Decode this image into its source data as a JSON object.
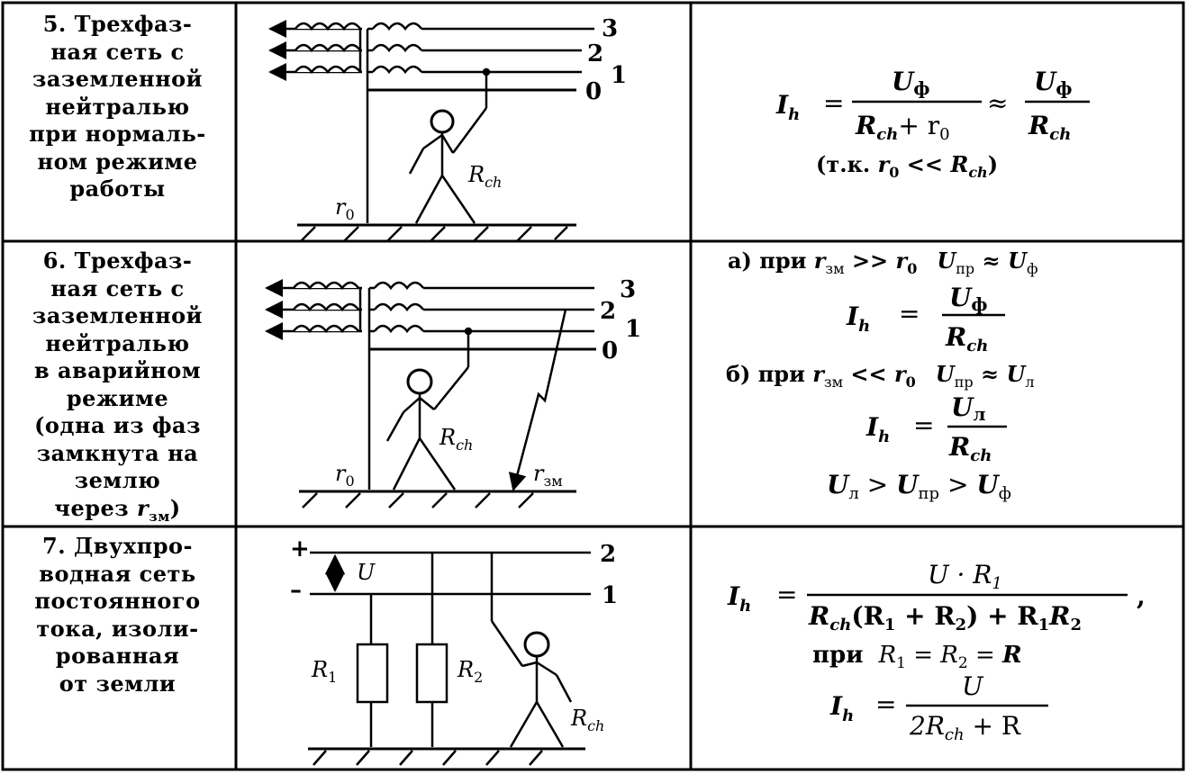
{
  "rows": [
    {
      "desc": [
        "5. Трехфаз-",
        "ная сеть с",
        "заземленной",
        "нейтралью",
        "при нормаль-",
        "ном режиме",
        "работы"
      ],
      "wire_labels": {
        "w3": "3",
        "w2": "2",
        "w1": "1",
        "w0": "0"
      },
      "r0": "r",
      "r0_sub": "0",
      "rch": "R",
      "rch_sub": "ch",
      "formula": {
        "lhs": "I",
        "lhs_sub": "h",
        "eq": "=",
        "num1": "U",
        "num1_sub": "ф",
        "den1a": "R",
        "den1a_sub": "ch",
        "den1b": "+ r",
        "den1b_sub": "0",
        "approx": "≈",
        "num2": "U",
        "num2_sub": "ф",
        "den2": "R",
        "den2_sub": "ch",
        "note_a": "(т.к. ",
        "note_r": "r",
        "note_r_sub": "0",
        "note_op": " << ",
        "note_R": "R",
        "note_R_sub": "ch",
        "note_end": ")"
      }
    },
    {
      "desc": [
        "6. Трехфаз-",
        "ная сеть с",
        "заземленной",
        "нейтралью",
        "в аварийном",
        "режиме",
        "(одна из фаз",
        "замкнута на",
        "землю",
        "через "
      ],
      "desc_last_r": "r",
      "desc_last_sub": "зм",
      "desc_last_end": ")",
      "wire_labels": {
        "w3": "3",
        "w2": "2",
        "w1": "1",
        "w0": "0"
      },
      "r0": "r",
      "r0_sub": "0",
      "rzm": "r",
      "rzm_sub": "зм",
      "rch": "R",
      "rch_sub": "ch",
      "formula": {
        "a_label": "а) при ",
        "a_r": "r",
        "a_r_sub": "зм",
        "a_op": " >> ",
        "a_r0": "r",
        "a_r0_sub": "0",
        "a_u": "U",
        "a_u_sub": "пр",
        "a_approx": " ≈ ",
        "a_uf": "U",
        "a_uf_sub": "ф",
        "ih1": "I",
        "ih1_sub": "h",
        "eq1": "=",
        "num1": "U",
        "num1_sub": "ф",
        "den1": "R",
        "den1_sub": "ch",
        "b_label": "б) при ",
        "b_r": "r",
        "b_r_sub": "зм",
        "b_op": " << ",
        "b_r0": "r",
        "b_r0_sub": "0",
        "b_u": "U",
        "b_u_sub": "пр",
        "b_approx": " ≈ ",
        "b_ul": "U",
        "b_ul_sub": "л",
        "ih2": "I",
        "ih2_sub": "h",
        "eq2": "=",
        "num2": "U",
        "num2_sub": "л",
        "den2": "R",
        "den2_sub": "ch",
        "ineq_1": "U",
        "ineq_1_sub": "л",
        "ineq_gt1": " > ",
        "ineq_2": "U",
        "ineq_2_sub": "пр",
        "ineq_gt2": " > ",
        "ineq_3": "U",
        "ineq_3_sub": "ф"
      }
    },
    {
      "desc": [
        "7. Двухпро-",
        "водная сеть",
        "постоянного",
        "тока, изоли-",
        "рованная",
        "от земли"
      ],
      "plus": "+",
      "minus": "–",
      "u": "U",
      "wire_labels": {
        "w2": "2",
        "w1": "1"
      },
      "r1": "R",
      "r1_sub": "1",
      "r2": "R",
      "r2_sub": "2",
      "rch": "R",
      "rch_sub": "ch",
      "formula": {
        "ih1": "I",
        "ih1_sub": "h",
        "eq1": "=",
        "num1": "U · R",
        "num1_sub": "1",
        "den_a": "R",
        "den_a_sub": "ch",
        "den_b": "(R",
        "den_b_sub": "1",
        "den_c": " + R",
        "den_c_sub": "2",
        "den_d": ") + R",
        "den_d_sub": "1",
        "den_e": "R",
        "den_e_sub": "2",
        "comma": ",",
        "cond_label": "при ",
        "cond_r1": "R",
        "cond_r1_sub": "1",
        "cond_eq1": " = ",
        "cond_r2": "R",
        "cond_r2_sub": "2",
        "cond_eq2": " = ",
        "cond_r": "R",
        "ih2": "I",
        "ih2_sub": "h",
        "eq2": "=",
        "num2": "U",
        "den2_a": "2R",
        "den2_a_sub": "ch",
        "den2_b": " + R"
      }
    }
  ]
}
